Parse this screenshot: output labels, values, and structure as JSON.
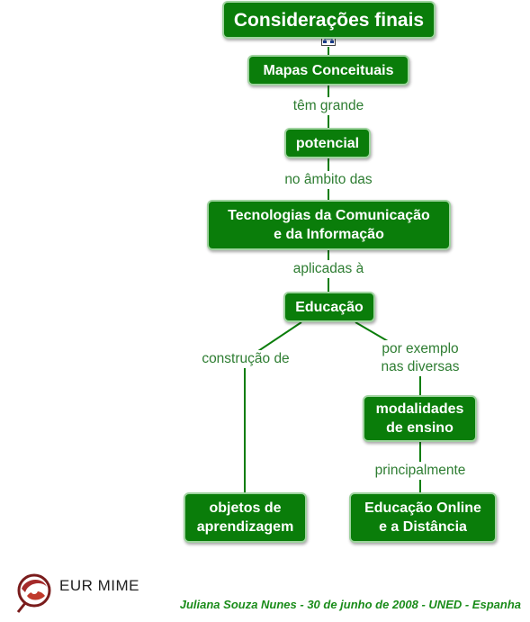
{
  "title_node": "Considerações finais",
  "nodes": {
    "mapas": "Mapas Conceituais",
    "potencial": "potencial",
    "tic": "Tecnologias da Comunicação\ne da Informação",
    "educacao": "Educação",
    "objetos": "objetos de\naprendizagem",
    "modalidades": "modalidades\nde ensino",
    "ead": "Educação Online\ne a Distância"
  },
  "links": {
    "tem_grande": "têm grande",
    "no_ambito": "no âmbito das",
    "aplicadas": "aplicadas à",
    "construcao": "construção de",
    "por_exemplo": "por exemplo\nnas diversas",
    "principalmente": "principalmente"
  },
  "logo_text": "EUR MIME",
  "footer": "Juliana Souza Nunes - 30 de junho de 2008 - UNED - Espanha",
  "colors": {
    "node_fill": "#0a7d0a",
    "node_border": "#9fd39f",
    "link_text": "#2e7d32",
    "line": "#0a7d0a"
  },
  "icons": [
    "hierarchy-icon",
    "euromime-logo-icon"
  ]
}
